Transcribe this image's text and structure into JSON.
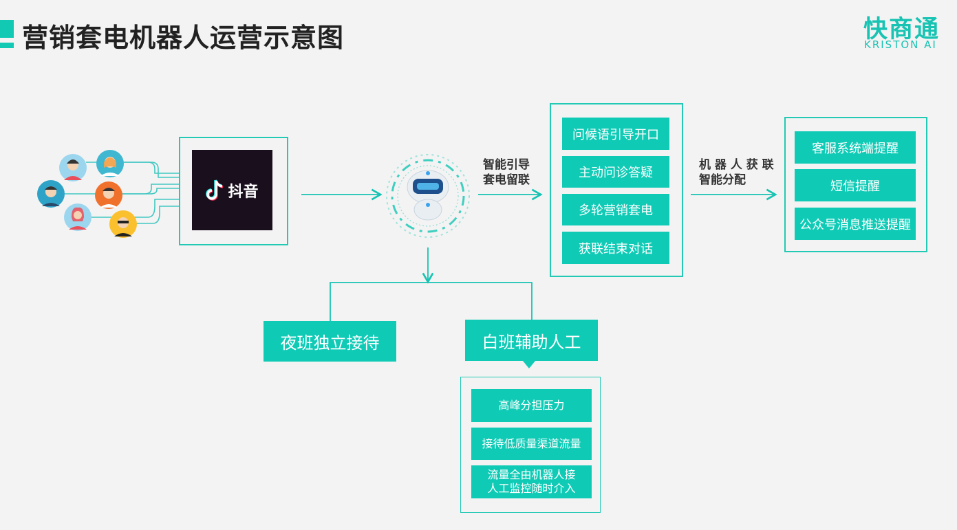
{
  "header": {
    "title": "营销套电机器人运营示意图",
    "logo_cn": "快商通",
    "logo_en": "KRISTON AI"
  },
  "source": {
    "platform_label": "抖音",
    "platform_icon": "tiktok-note-icon",
    "users": [
      "user-avatar-icon",
      "user-avatar-icon",
      "user-avatar-icon",
      "user-avatar-icon",
      "user-avatar-icon",
      "user-avatar-icon"
    ]
  },
  "robot": {
    "icon": "robot-icon"
  },
  "edge_labels": {
    "guide_line1": "智能引导",
    "guide_line2": "套电留联",
    "assign_line1": "机 器 人 获 联",
    "assign_line2": "智能分配"
  },
  "flow_steps": [
    "问候语引导开口",
    "主动问诊答疑",
    "多轮营销套电",
    "获联结束对话"
  ],
  "notifications": [
    "客服系统端提醒",
    "短信提醒",
    "公众号消息推送提醒"
  ],
  "modes": {
    "night": "夜班独立接待",
    "day": "白班辅助人工"
  },
  "day_details": [
    "高峰分担压力",
    "接待低质量渠道流量",
    "流量全由机器人接\n人工监控随时介入"
  ],
  "colors": {
    "accent": "#0fcbb6",
    "frame": "#22c9b4",
    "title": "#222222",
    "background": "#f3f3f3"
  }
}
